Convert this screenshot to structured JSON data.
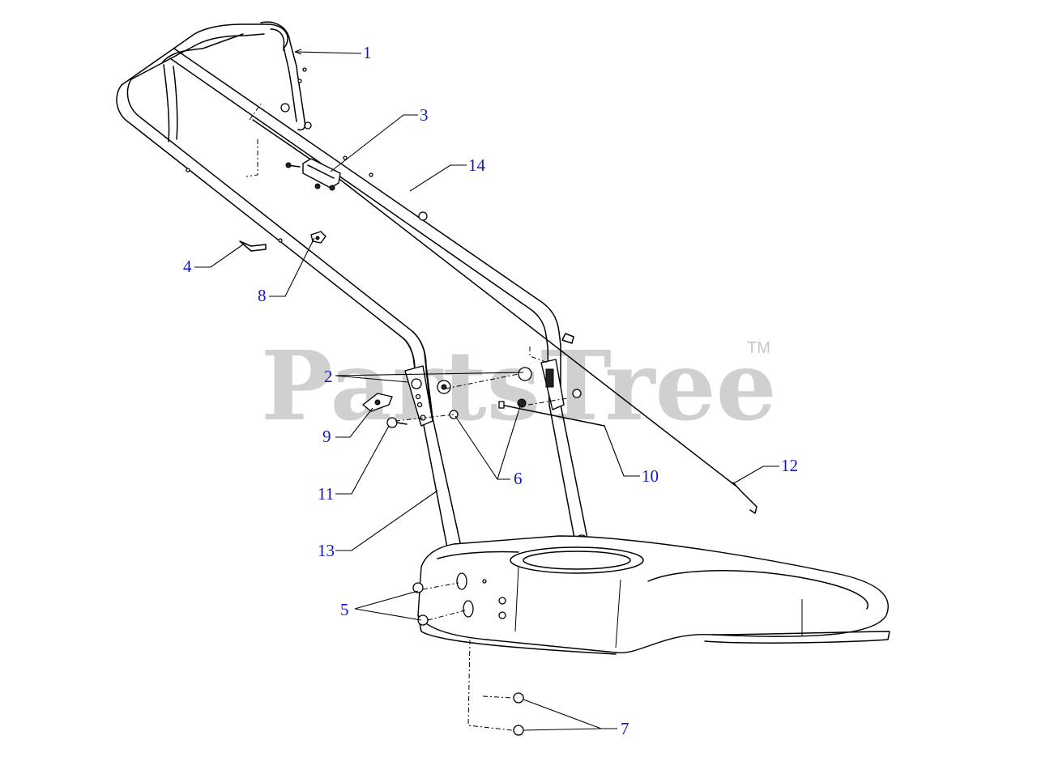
{
  "watermark": {
    "text": "PartsTree",
    "trademark": "TM"
  },
  "callouts": [
    {
      "id": "1",
      "label": "1"
    },
    {
      "id": "2",
      "label": "2"
    },
    {
      "id": "3",
      "label": "3"
    },
    {
      "id": "4",
      "label": "4"
    },
    {
      "id": "5",
      "label": "5"
    },
    {
      "id": "6",
      "label": "6"
    },
    {
      "id": "7",
      "label": "7"
    },
    {
      "id": "8",
      "label": "8"
    },
    {
      "id": "9",
      "label": "9"
    },
    {
      "id": "10",
      "label": "10"
    },
    {
      "id": "11",
      "label": "11"
    },
    {
      "id": "12",
      "label": "12"
    },
    {
      "id": "13",
      "label": "13"
    },
    {
      "id": "14",
      "label": "14"
    }
  ],
  "colors": {
    "callout": "#1414c8",
    "line": "#000000",
    "watermark": "#c8c8c8"
  }
}
